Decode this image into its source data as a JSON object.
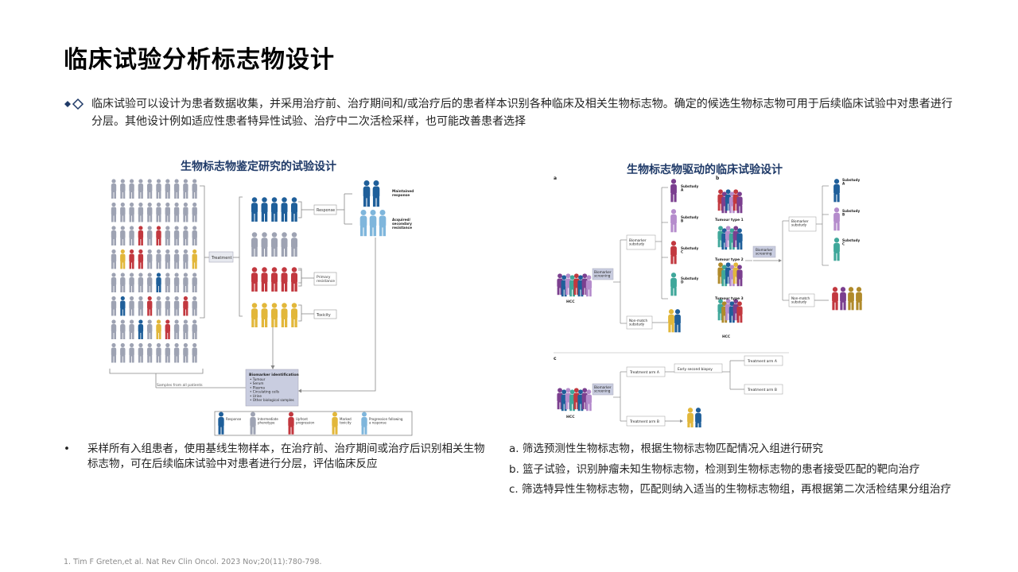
{
  "page_title": "临床试验分析标志物设计",
  "intro": "临床试验可以设计为患者数据收集，并采用治疗前、治疗期间和/或治疗后的患者样本识别各种临床及相关生物标志物。确定的候选生物标志物可用于后续临床试验中对患者进行分层。其他设计例如适应性患者特异性试验、治疗中二次活检采样，也可能改善患者选择",
  "left": {
    "title": "生物标志物鉴定研究的试验设计",
    "fig": {
      "treatment": "Treatment",
      "response": "Response",
      "maintained": "Maintained response",
      "acquired": "Acquired/ secondary resistance",
      "primary": "Primary resistance",
      "toxicity": "Toxicity",
      "samples": "Samples from all patients",
      "biomarker_id": "Biomarker identification",
      "biomarker_list": [
        "• Tumour",
        "• Serum",
        "• Plasma",
        "• Circulating cells",
        "• Urine",
        "• Other biological samples"
      ],
      "legend": [
        "Response",
        "Intermediate phenotype",
        "Upfront progression",
        "Marked toxicity",
        "Progression following a response"
      ]
    },
    "bullet": "采样所有入组患者，使用基线生物样本，在治疗前、治疗期间或治疗后识别相关生物标志物，可在后续临床试验中对患者进行分层，评估临床反应"
  },
  "right": {
    "title": "生物标志物驱动的临床试验设计",
    "fig": {
      "panel_a": "a",
      "panel_b": "b",
      "panel_c": "c",
      "hcc": "HCC",
      "biomarker_screening": "Biomarker screening",
      "biomarker_substudy": "Biomarker substudy",
      "nonmatch_substudy": "Non-match substudy",
      "substudy_a": "Substudy A",
      "substudy_b": "Substudy B",
      "substudy_c": "Substudy C",
      "substudy_d": "Substudy D",
      "tumour1": "Tumour type 1",
      "tumour2": "Tumour type 2",
      "tumour3": "Tumour type 3",
      "treatment_arm_a": "Treatment arm A",
      "treatment_arm_b": "Treatment arm B",
      "early_biopsy": "Early second biopsy"
    },
    "notes": [
      "a. 筛选预测性生物标志物，根据生物标志物匹配情况入组进行研究",
      "b. 篮子试验，识别肿瘤未知生物标志物，检测到生物标志物的患者接受匹配的靶向治疗",
      "c. 筛选特异性生物标志物，匹配则纳入适当的生物标志物组，再根据第二次活检结果分组治疗"
    ]
  },
  "reference": "1.   Tim F Greten,et al. Nat Rev Clin Oncol. 2023 Nov;20(11):780-798.",
  "colors": {
    "blue": "#1f5f9a",
    "grey": "#9ea3b3",
    "red": "#c2383f",
    "yellow": "#e2b73a",
    "lightblue": "#7fb6dc",
    "purple": "#7b3f8f",
    "lavender": "#b58ccc",
    "teal": "#3fa79a",
    "ochre": "#b08a2a"
  }
}
